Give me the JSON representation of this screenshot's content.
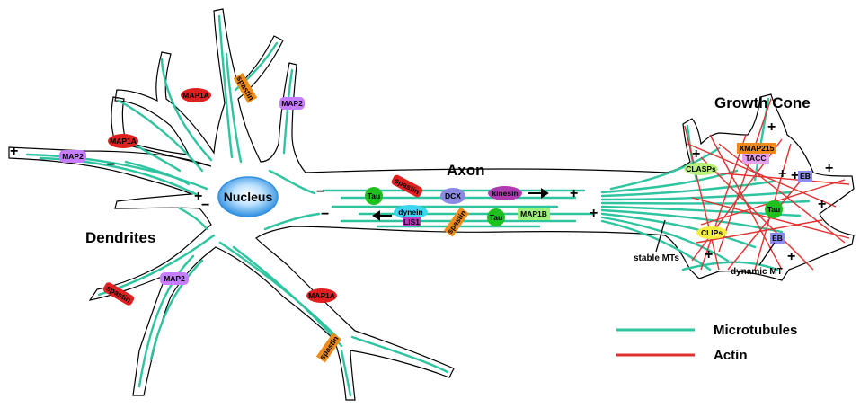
{
  "regions": {
    "dendrites": "Dendrites",
    "nucleus": "Nucleus",
    "axon": "Axon",
    "growth_cone": "Growth Cone"
  },
  "legend": {
    "microtubules": "Microtubules",
    "actin": "Actin"
  },
  "annotations": {
    "stable_mts": "stable MTs",
    "dynamic_mt": "dynamic MT"
  },
  "proteins": {
    "map1a": "MAP1A",
    "map2": "MAP2",
    "spastin": "spastin",
    "tau": "Tau",
    "dcx": "DCX",
    "kinesin": "kinesin",
    "dynein": "dynein",
    "lis1": "LIS1",
    "map1b": "MAP1B",
    "xmap215": "XMAP215",
    "tacc": "TACC",
    "clasps": "CLASPs",
    "clips": "CLIPs",
    "eb": "EB"
  },
  "signs": {
    "plus": "+",
    "minus": "−"
  },
  "colors": {
    "microtubule": "#2ec4a0",
    "actin": "#e03030",
    "map1a": "#e02020",
    "map2": "#c77dff",
    "spastin": "#f08c1a",
    "tau": "#1fbf1f",
    "dcx": "#8a8ae6",
    "kinesin": "#b03ab0",
    "dynein": "#3cd6f0",
    "lis1": "#c036c0",
    "map1b": "#9df07a",
    "xmap215": "#f28a1a",
    "tacc": "#e7a0f0",
    "clasps": "#b8f07a",
    "clips": "#f5ee40",
    "eb": "#8c8cf0"
  }
}
